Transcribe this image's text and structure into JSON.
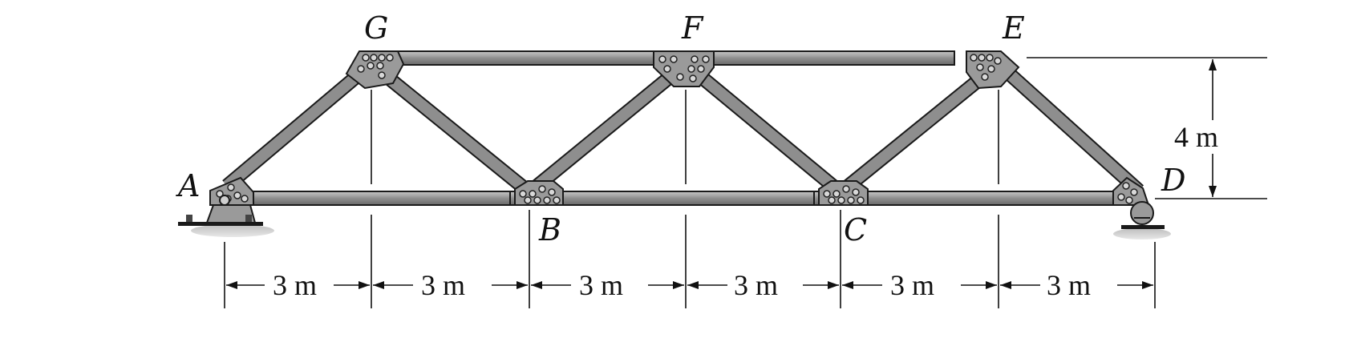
{
  "joints": {
    "A": "A",
    "B": "B",
    "C": "C",
    "D": "D",
    "E": "E",
    "F": "F",
    "G": "G"
  },
  "dimensions": {
    "spans": [
      "3 m",
      "3 m",
      "3 m",
      "3 m",
      "3 m",
      "3 m"
    ],
    "height": "4 m"
  },
  "colors": {
    "member": "#8e8e8e",
    "member_edge": "#1a1a1a",
    "plate": "#9a9a9a",
    "line": "#111111"
  }
}
